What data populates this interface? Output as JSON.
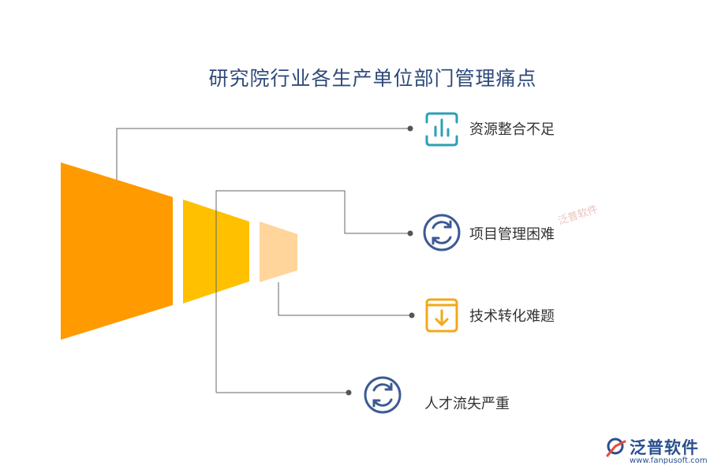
{
  "title": "研究院行业各生产单位部门管理痛点",
  "items": [
    {
      "label": "资源整合不足",
      "icon": "bar-chart-icon",
      "color": "#2e9fb5"
    },
    {
      "label": "项目管理困难",
      "icon": "refresh-icon",
      "color": "#3c5a94"
    },
    {
      "label": "技术转化难题",
      "icon": "download-box-icon",
      "color": "#f2a81a"
    },
    {
      "label": "人才流失严重",
      "icon": "refresh-icon",
      "color": "#3c5a94"
    }
  ],
  "funnel_colors": [
    "#ff9a00",
    "#ffc000",
    "#ffd59b"
  ],
  "watermark": "泛普软件",
  "logo": {
    "name": "泛普软件",
    "url": "www.fanpusoft.com"
  }
}
